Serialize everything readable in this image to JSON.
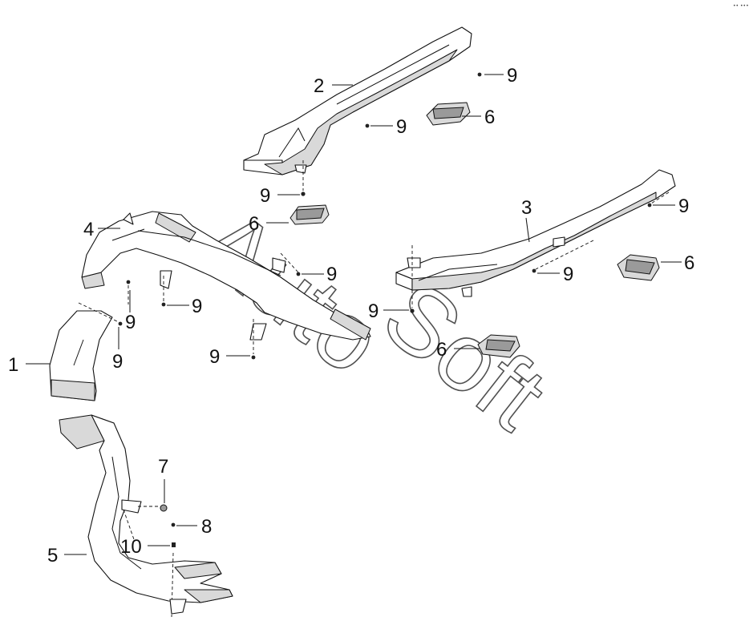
{
  "callouts": {
    "c1": "1",
    "c2": "2",
    "c3": "3",
    "c4": "4",
    "c5": "5",
    "c6a": "6",
    "c6b": "6",
    "c6c": "6",
    "c6d": "6",
    "c7": "7",
    "c8": "8",
    "c9a": "9",
    "c9b": "9",
    "c9c": "9",
    "c9d": "9",
    "c9e": "9",
    "c9f": "9",
    "c9g": "9",
    "c9h": "9",
    "c9i": "9",
    "c9j": "9",
    "c9k": "9",
    "c10": "10"
  },
  "watermark": {
    "line1": "Auto",
    "line2": "Soft"
  },
  "corner_mark": "•• •••",
  "colors": {
    "line": "#111111",
    "fill": "#ffffff",
    "shade": "#d9d9d9"
  }
}
